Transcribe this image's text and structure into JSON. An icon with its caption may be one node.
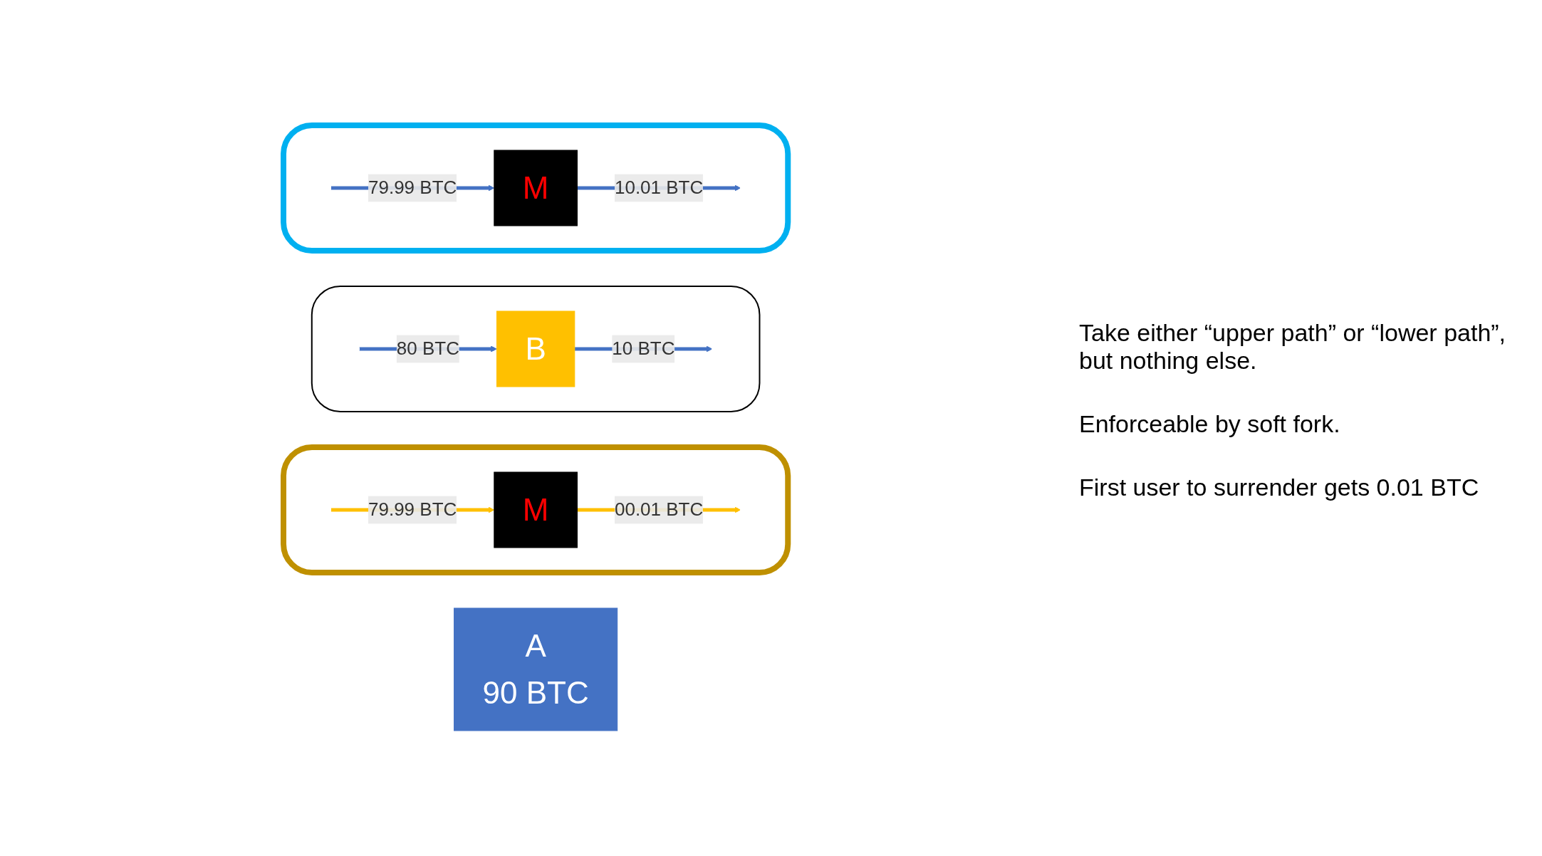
{
  "diagram": {
    "nodes": [
      {
        "text": [],
        "shape": "box"
      },
      {
        "text": [],
        "shape": "box"
      },
      {
        "text": [
          "A",
          "90 BTC"
        ]
      },
      {
        "text": [
          "B"
        ],
        "in": 1
      },
      {
        "text": [
          "M"
        ],
        "in": 0
      },
      {
        "text": [],
        "shape": "box"
      },
      {
        "text": [
          "M"
        ],
        "in": 5
      }
    ],
    "edges": [
      {
        "from": null,
        "to": 3,
        "arrow": "to",
        "label": "80 BTC"
      },
      {
        "from": 3,
        "to": null,
        "arrow": "to",
        "label": "10 BTC"
      },
      {
        "from": null,
        "to": 4,
        "arrow": "to",
        "label": "79.99 BTC",
        "color": "#ffc000"
      },
      {
        "from": 4,
        "to": null,
        "arrow": "to",
        "label": "00.01 BTC",
        "color": "#ffc000"
      },
      {
        "from": null,
        "to": 6,
        "arrow": "to",
        "label": "79.99 BTC"
      },
      {
        "from": 6,
        "to": null,
        "arrow": "to",
        "label": "10.01 BTC"
      }
    ],
    "labels": [
      "Take either “upper path” or “lower path”, but nothing else.",
      "Enforceable by soft fork.",
      "First user to surrender gets 0.01 BTC"
    ]
  }
}
